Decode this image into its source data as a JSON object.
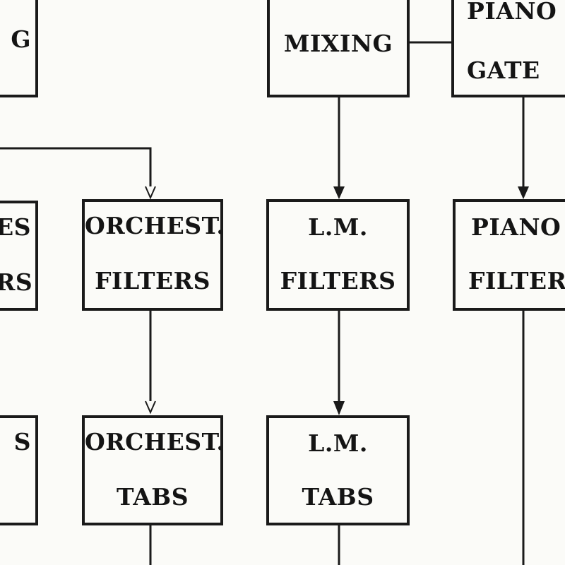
{
  "blocks": {
    "top_left": {
      "line1": "G"
    },
    "mixing": {
      "line1": "MIXING"
    },
    "piano_gate": {
      "line1": "PIANO",
      "line2": "GATE"
    },
    "left_filters": {
      "line1": "ES",
      "line2": "RS"
    },
    "orchest_filters": {
      "line1": "ORCHEST.",
      "line2": "FILTERS"
    },
    "lm_filters": {
      "line1": "L.M.",
      "line2": "FILTERS"
    },
    "piano_filters": {
      "line1": "PIANO",
      "line2": "FILTERS"
    },
    "left_tabs": {
      "line1": "S"
    },
    "orchest_tabs": {
      "line1": "ORCHEST.",
      "line2": "TABS"
    },
    "lm_tabs": {
      "line1": "L.M.",
      "line2": "TABS"
    }
  },
  "colors": {
    "ink": "#1a1a1a",
    "paper": "#fbfbf8"
  }
}
